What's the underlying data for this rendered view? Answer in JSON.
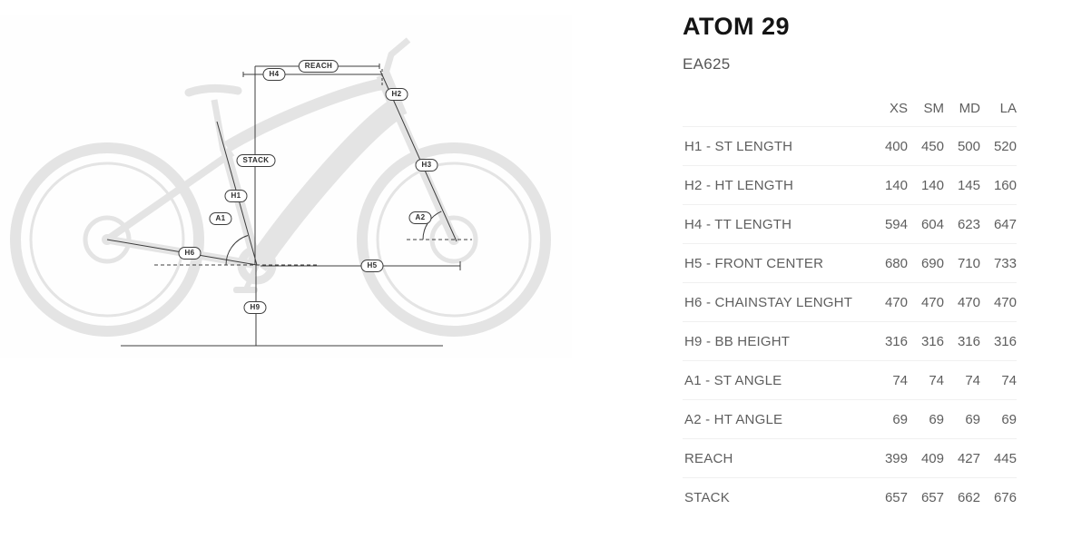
{
  "header": {
    "title": "ATOM 29",
    "subtitle": "EA625"
  },
  "geometry_table": {
    "columns": [
      "XS",
      "SM",
      "MD",
      "LA"
    ],
    "rows": [
      {
        "label": "H1 - ST LENGTH",
        "values": [
          "400",
          "450",
          "500",
          "520"
        ]
      },
      {
        "label": "H2 - HT LENGTH",
        "values": [
          "140",
          "140",
          "145",
          "160"
        ]
      },
      {
        "label": "H4 - TT LENGTH",
        "values": [
          "594",
          "604",
          "623",
          "647"
        ]
      },
      {
        "label": "H5 - FRONT CENTER",
        "values": [
          "680",
          "690",
          "710",
          "733"
        ]
      },
      {
        "label": "H6 - CHAINSTAY LENGHT",
        "values": [
          "470",
          "470",
          "470",
          "470"
        ]
      },
      {
        "label": "H9 - BB HEIGHT",
        "values": [
          "316",
          "316",
          "316",
          "316"
        ]
      },
      {
        "label": "A1 - ST ANGLE",
        "values": [
          "74",
          "74",
          "74",
          "74"
        ]
      },
      {
        "label": "A2 - HT ANGLE",
        "values": [
          "69",
          "69",
          "69",
          "69"
        ]
      },
      {
        "label": "REACH",
        "values": [
          "399",
          "409",
          "427",
          "445"
        ]
      },
      {
        "label": "STACK",
        "values": [
          "657",
          "657",
          "662",
          "676"
        ]
      }
    ]
  },
  "diagram": {
    "labels": [
      "H4",
      "REACH",
      "H2",
      "STACK",
      "H3",
      "H1",
      "A1",
      "A2",
      "H6",
      "H5",
      "H9"
    ],
    "colors": {
      "bike_silhouette": "#e4e4e4",
      "dimension_lines": "#3d3d3d",
      "text_gray": "#5e5e5e"
    }
  }
}
